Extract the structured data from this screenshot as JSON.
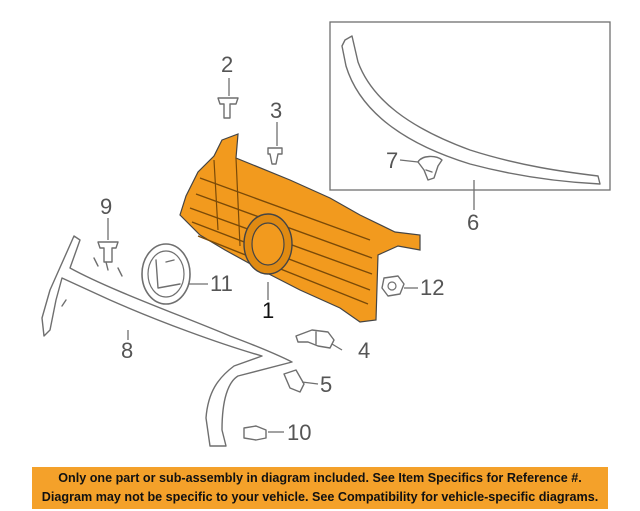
{
  "callouts": {
    "c1": "1",
    "c2": "2",
    "c3": "3",
    "c4": "4",
    "c5": "5",
    "c6": "6",
    "c7": "7",
    "c8": "8",
    "c9": "9",
    "c10": "10",
    "c11": "11",
    "c12": "12"
  },
  "notice": {
    "line1": "Only one part or sub-assembly in diagram included. See Item Specifics for Reference #.",
    "line2": "Diagram may not be specific to your vehicle. See Compatibility for vehicle-specific diagrams."
  },
  "colors": {
    "grille": "#f29a1e",
    "banner": "#f4a12a",
    "line": "#6f6f6f"
  }
}
